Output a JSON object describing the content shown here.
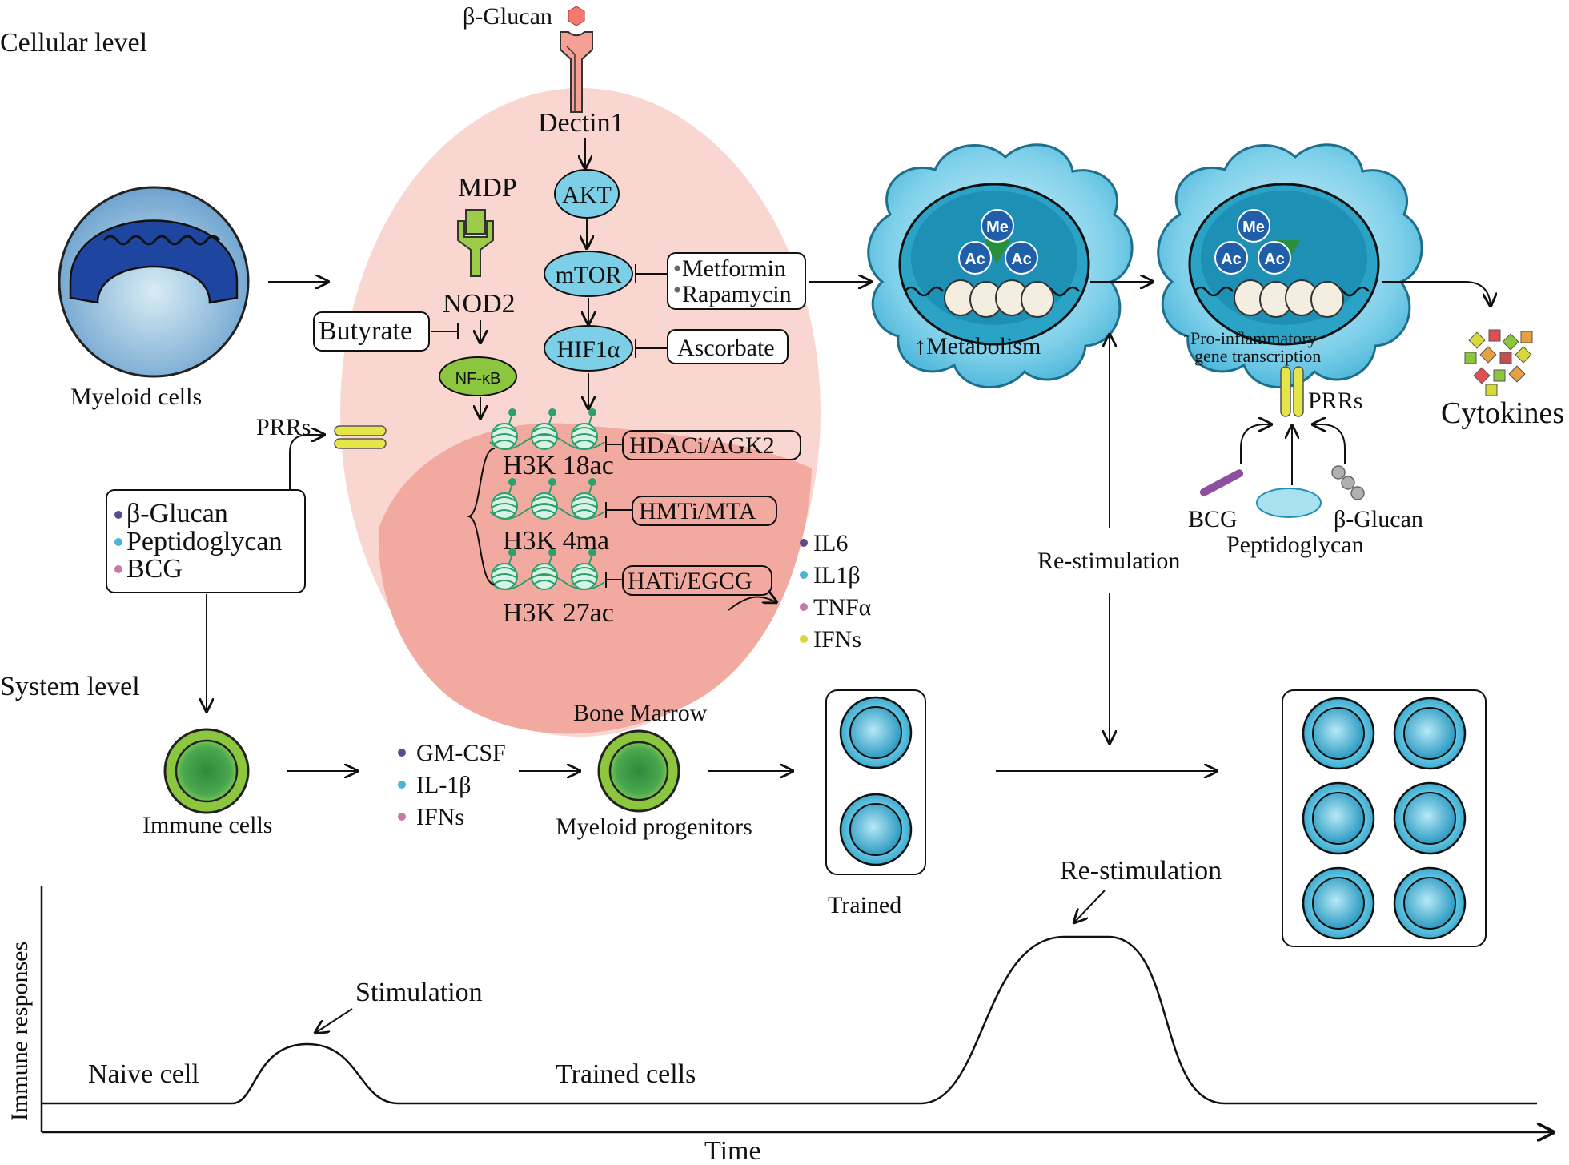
{
  "sections": {
    "cellular_level": "Cellular level",
    "system_level": "System level"
  },
  "myeloid": {
    "label": "Myeloid cells"
  },
  "ligand": {
    "beta_glucan_top": "β-Glucan",
    "receptor": "Dectin1"
  },
  "pathway": {
    "akt": "AKT",
    "mtor": "mTOR",
    "hif1a": "HIF1α",
    "mdp": "MDP",
    "nod2": "NOD2",
    "nfkb": "NF-κB",
    "butyrate": "Butyrate",
    "metformin": "Metformin",
    "rapamycin": "Rapamycin",
    "ascorbate": "Ascorbate"
  },
  "histone": {
    "h3k18ac": "H3K 18ac",
    "h3k4ma": "H3K 4ma",
    "h3k27ac": "H3K 27ac",
    "hdaci": "HDACi/AGK2",
    "hmti": "HMTi/MTA",
    "hati": "HATi/EGCG"
  },
  "cytokine_list": {
    "items": [
      "IL6",
      "IL1β",
      "TNFα",
      "IFNs"
    ],
    "dot_colors": [
      "#5b4a8f",
      "#4fb3d9",
      "#c77aa8",
      "#d8d83a"
    ]
  },
  "prrs": {
    "left": "PRRs",
    "right": "PRRs"
  },
  "stimuli_box": {
    "items": [
      "β-Glucan",
      "Peptidoglycan",
      "BCG"
    ],
    "dot_colors": [
      "#5b4a8f",
      "#4fb3d9",
      "#c77aa8"
    ]
  },
  "trained_cell_1": {
    "marks": [
      "Me",
      "Ac",
      "Ac"
    ],
    "caption": "↑Metabolism"
  },
  "trained_cell_2": {
    "marks": [
      "Me",
      "Ac",
      "Ac"
    ],
    "caption_line1": "↑Pro-inflammatory",
    "caption_line2": "gene transcription"
  },
  "cytokines_label": "Cytokines",
  "restim_stimuli": {
    "bcg": "BCG",
    "peptidoglycan": "Peptidoglycan",
    "beta_glucan": "β-Glucan"
  },
  "restimulation_mid": "Re-stimulation",
  "system": {
    "immune_cells": "Immune cells",
    "factors": [
      "GM-CSF",
      "IL-1β",
      "IFNs"
    ],
    "factor_colors": [
      "#5b4a8f",
      "#4fb3d9",
      "#c77aa8"
    ],
    "bone_marrow": "Bone Marrow",
    "myeloid_progenitors": "Myeloid progenitors",
    "trained": "Trained"
  },
  "response_curve": {
    "ylabel": "Immune responses",
    "xlabel": "Time",
    "naive_cell": "Naive cell",
    "stimulation": "Stimulation",
    "trained_cells": "Trained cells",
    "restimulation": "Re-stimulation"
  },
  "colors": {
    "oval": "#f9d6cf",
    "oval_dark": "#f0a398",
    "blue_cell": "#5cc4e0",
    "blue_light": "#a8e1f0",
    "green_cell": "#8cc63f",
    "receptor": "#f2948a",
    "nod2": "#9ccc4a",
    "prr": "#e5e54a",
    "node_blue": "#7dcfe8",
    "myeloid_dark": "#2a4a9c"
  }
}
